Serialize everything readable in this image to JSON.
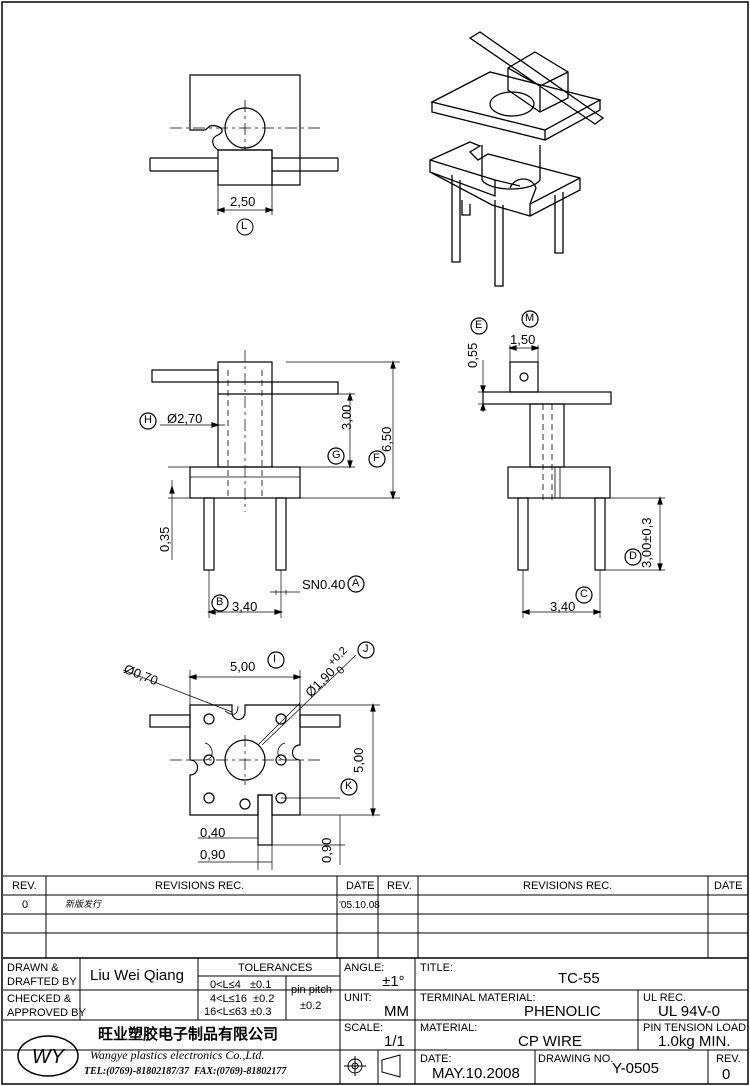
{
  "dims": {
    "top_width": "2,50",
    "top_width_circle": "L",
    "front_hole_dia": "Ø2,70",
    "front_hole_circle": "H",
    "front_core_height": "3,00",
    "front_core_circle": "G",
    "front_total_height": "6,50",
    "front_total_circle": "F",
    "front_flange": "0,35",
    "front_pin_spacing": "3,40",
    "front_pin_circle": "B",
    "pin_size": "SN0.40",
    "pin_size_circle": "A",
    "side_offset": "0,55",
    "side_offset_circle": "E",
    "side_slot": "1,50",
    "side_slot_circle": "M",
    "side_pin_length": "3,00±0,3",
    "side_pin_circle": "D",
    "side_pin_spacing": "3,40",
    "side_pin_circle2": "C",
    "bottom_pin_dia": "Ø0,70",
    "bottom_width": "5,00",
    "bottom_width_circle": "I",
    "bottom_hole_dia": "Ø1,90",
    "bottom_hole_tol": "+0,2\n0",
    "bottom_hole_circle": "J",
    "bottom_height": "5,00",
    "bottom_k_circle": "K",
    "bottom_slot": "0,40",
    "bottom_slot2": "0,90",
    "bottom_slot3": "0,90"
  },
  "revisions": {
    "left": {
      "rev_header": "REV.",
      "rec_header": "REVISIONS  REC.",
      "date_header": "DATE",
      "rows": [
        {
          "rev": "0",
          "rec": "新版发行",
          "date": "'05.10.08"
        }
      ]
    },
    "right": {
      "rev_header": "REV.",
      "rec_header": "REVISIONS  REC.",
      "date_header": "DATE"
    }
  },
  "title_block": {
    "drawn_label": "DRAWN &\nDRAFTED BY",
    "drawn_by": "Liu Wei Qiang",
    "checked_label": "CHECKED &\nAPPROVED BY",
    "tol_header": "TOLERANCES",
    "tol_rows": [
      "0<L≤4   ±0.1",
      "4<L≤16  ±0.2",
      "16<L≤63 ±0.3"
    ],
    "pin_pitch_label": "pin pitch",
    "pin_pitch_value": "±0.2",
    "angle_label": "ANGLE:",
    "angle_value": "±1°",
    "unit_label": "UNIT:",
    "unit_value": "MM",
    "scale_label": "SCALE:",
    "scale_value": "1/1",
    "title_label": "TITLE:",
    "title_value": "TC-55",
    "terminal_label": "TERMINAL MATERIAL:",
    "terminal_value": "PHENOLIC",
    "ul_label": "UL REC.",
    "ul_value": "UL 94V-0",
    "material_label": "MATERIAL:",
    "material_value": "CP WIRE",
    "pin_tension_label": "PIN TENSION LOAD:",
    "pin_tension_value": "1.0kg MIN.",
    "date_label": "DATE:",
    "date_value": "MAY.10.2008",
    "drawing_no_label": "DRAWING NO.",
    "drawing_no_value": "Y-0505",
    "rev_label": "REV.",
    "rev_value": "0",
    "company_cn": "旺业塑胶电子制品有限公司",
    "company_en": "Wangye plastics electronics Co.,Ltd.",
    "company_tel": "TEL:(0769)-81802187/37  FAX:(0769)-81802177",
    "logo_text": "WY"
  }
}
